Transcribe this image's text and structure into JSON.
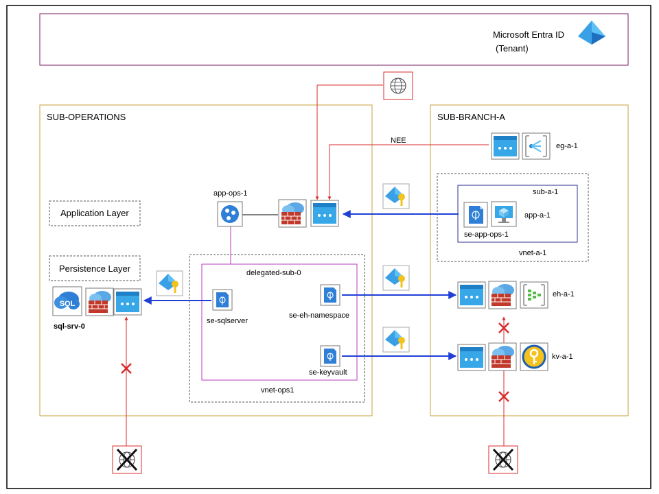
{
  "tenant": {
    "title": "Microsoft Entra ID",
    "subtitle": "(Tenant)"
  },
  "sub_operations": {
    "title": "SUB-OPERATIONS",
    "application_layer": "Application Layer",
    "persistence_layer": "Persistence Layer",
    "app": "app-ops-1",
    "sql_server": "sql-srv-0",
    "vnet": "vnet-ops1",
    "delegated_subnet": "delegated-sub-0",
    "endpoints": [
      "se-sqlserver",
      "se-eh-namespace",
      "se-keyvault"
    ]
  },
  "sub_branch": {
    "title": "SUB-BRANCH-A",
    "eventgrid": "eg-a-1",
    "nee_label": "NEE",
    "subnet": "sub-a-1",
    "app": "app-a-1",
    "endpoint": "se-app-ops-1",
    "vnet": "vnet-a-1",
    "eventhub": "eh-a-1",
    "keyvault": "kv-a-1"
  },
  "colors": {
    "tenant_border": "#7a1f5e",
    "subscription_border": "#c9a13b",
    "subnet_border": "#b83cbf",
    "branch_subnet_border": "#2b2f8f",
    "flow_arrow": "#1f3fd6",
    "internet_line": "#d92b2b",
    "azure_blue": "#3aa0e6"
  },
  "icons": [
    "globe-icon",
    "firewall-icon",
    "private-endpoint-icon",
    "app-service-icon",
    "sql-icon",
    "entra-id-icon",
    "managed-identity-icon",
    "event-grid-icon",
    "event-hub-icon",
    "key-vault-icon",
    "vm-icon",
    "service-endpoint-icon",
    "blocked-x-icon"
  ]
}
